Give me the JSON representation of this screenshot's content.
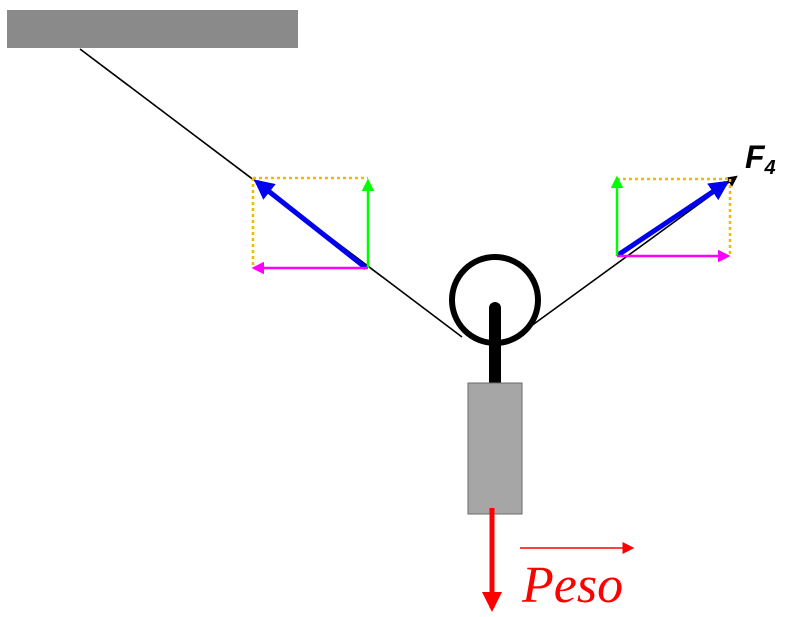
{
  "labels": {
    "force": "F",
    "force_subscript": "4",
    "weight": "Peso"
  },
  "colors": {
    "ceiling": "#8a8a8a",
    "rope": "#000000",
    "resultant": "#0000ee",
    "vertical_component": "#00ff00",
    "horizontal_component": "#ff00ff",
    "dotted_guide": "#f5b800",
    "pulley": "#000000",
    "block": "#a6a6a6",
    "weight_vector": "#ff0000"
  }
}
